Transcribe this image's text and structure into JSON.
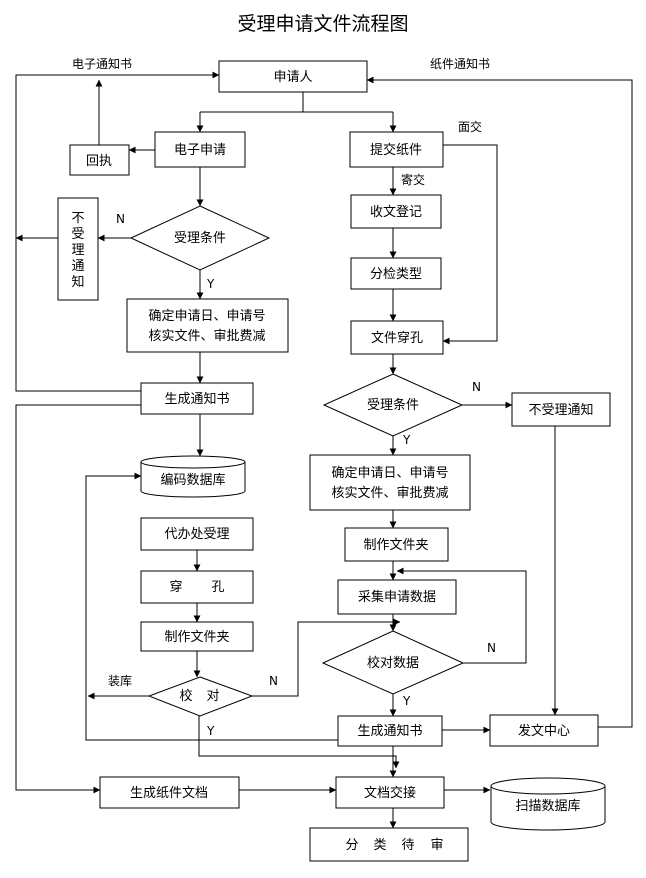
{
  "title": "受理申请文件流程图",
  "nodes": {
    "applicant": "申请人",
    "e_apply": "电子申请",
    "receipt": "回执",
    "paper_submit": "提交纸件",
    "e_accept_cond": "受理条件",
    "e_reject_1": "不",
    "e_reject_2": "受",
    "e_reject_3": "理",
    "e_reject_4": "通",
    "e_reject_5": "知",
    "e_confirm_1": "确定申请日、申请号",
    "e_confirm_2": "核实文件、审批费减",
    "e_gen_notice": "生成通知书",
    "code_db": "编码数据库",
    "agent_accept": "代办处受理",
    "punch_left_a": "穿",
    "punch_left_b": "孔",
    "make_folder_left": "制作文件夹",
    "check_left_a": "校",
    "check_left_b": "对",
    "gen_paper_doc": "生成纸件文档",
    "recv_register": "收文登记",
    "sort_type": "分检类型",
    "doc_punch": "文件穿孔",
    "p_accept_cond": "受理条件",
    "p_reject": "不受理通知",
    "p_confirm_1": "确定申请日、申请号",
    "p_confirm_2": "核实文件、审批费减",
    "make_folder_right": "制作文件夹",
    "collect_data": "采集申请数据",
    "check_data": "校对数据",
    "p_gen_notice": "生成通知书",
    "dispatch": "发文中心",
    "doc_handover": "文档交接",
    "scan_db": "扫描数据库",
    "classify_a": "分",
    "classify_b": "类",
    "classify_c": "待",
    "classify_d": "审"
  },
  "labels": {
    "e_notice": "电子通知书",
    "paper_notice": "纸件通知书",
    "face_to_face": "面交",
    "mail": "寄交",
    "n": "N",
    "y": "Y",
    "load_db": "装库"
  }
}
